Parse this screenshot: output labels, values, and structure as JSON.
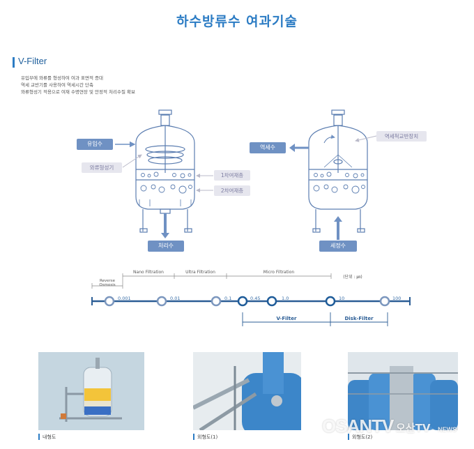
{
  "title": "하수방류수 여과기술",
  "section": {
    "title": "V-Filter"
  },
  "description": [
    "유입부에 와류를 형성하여 여과 표면적 증대",
    "역세 교반기를 사용하여 역세시간 단축",
    "와류형성기 적용으로 여재 수명연장 및 안정적 처리수질 확보"
  ],
  "left_diagram": {
    "inlet": "유입수",
    "vortex": "와류형성기",
    "media1": "1차여재층",
    "media2": "2차여재층",
    "outlet": "처리수"
  },
  "right_diagram": {
    "backwash": "역세수",
    "agitator": "역세척교반장치",
    "wash": "세정수"
  },
  "scale": {
    "ranges": [
      "Reverse Osmosis",
      "Nano Filtration",
      "Ultra Filtration",
      "Micro Filtration"
    ],
    "unit": "(단위 : ㎛)",
    "ticks": [
      "0.001",
      "0.01",
      "0.1",
      "0.45",
      "1.0",
      "10",
      "100"
    ],
    "filters": [
      "V-Filter",
      "Disk-Filter"
    ]
  },
  "photos": [
    {
      "caption": "내형도"
    },
    {
      "caption": "외형도(1)"
    },
    {
      "caption": "외형도(2)"
    }
  ],
  "watermark": {
    "brand": "OSANTV",
    "korean": "오산TV",
    "news": "NEWS"
  },
  "colors": {
    "accent": "#2c7cc4",
    "diagram_blue": "#6f91c3",
    "light_box": "#e6e6ee"
  }
}
